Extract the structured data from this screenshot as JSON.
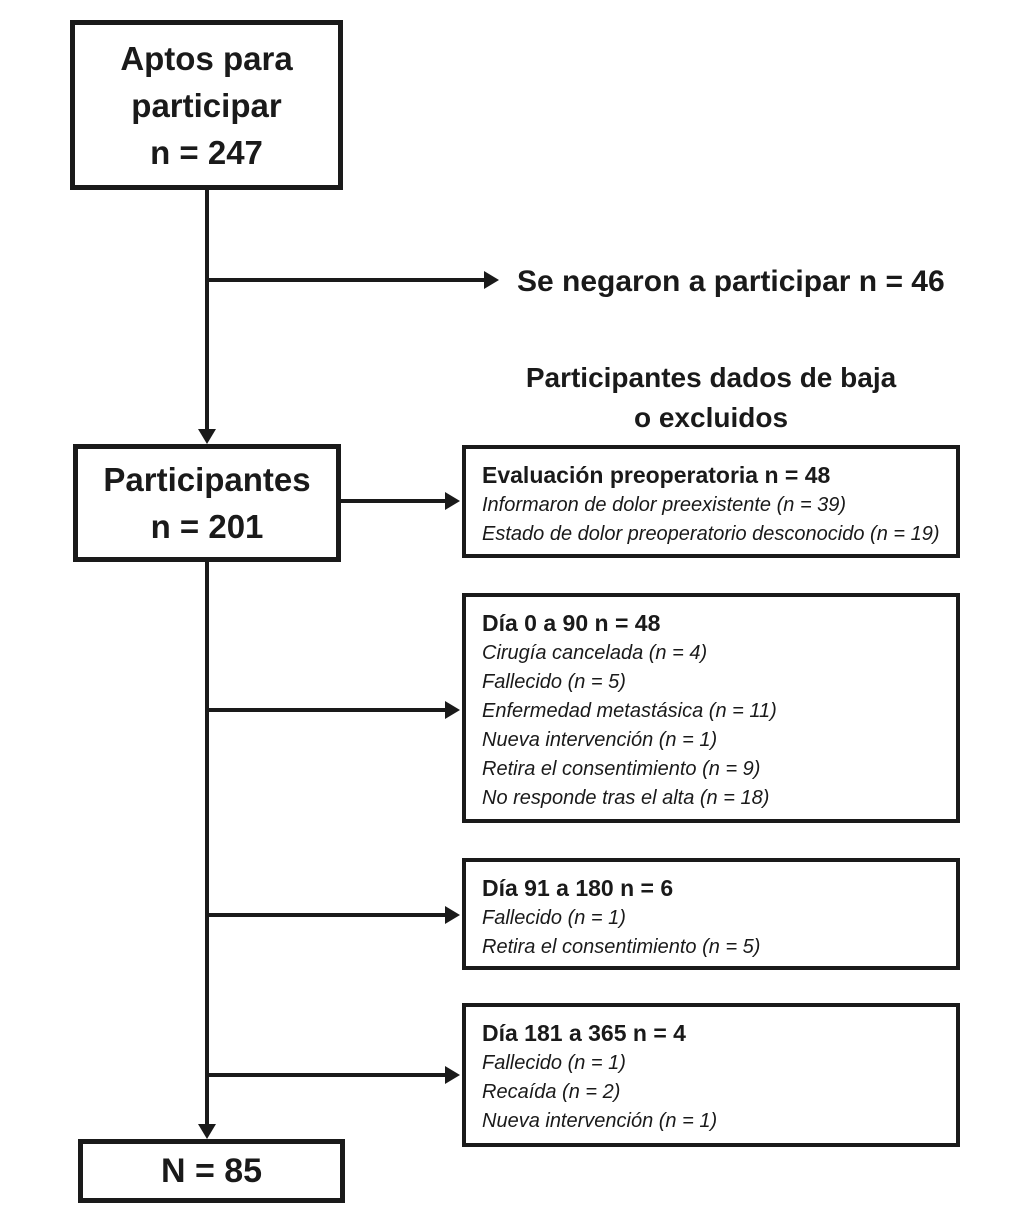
{
  "diagram": {
    "colors": {
      "ink": "#1a1a1a",
      "background": "#ffffff"
    },
    "top_box": {
      "lines": [
        "Aptos para",
        "participar",
        "n = 247"
      ]
    },
    "refusal_label": "Se negaron a participar n = 46",
    "dropout_heading": {
      "lines": [
        "Participantes dados de baja",
        "o excluidos"
      ]
    },
    "participants_box": {
      "lines": [
        "Participantes",
        "n = 201"
      ]
    },
    "final_box": {
      "label": "N = 85"
    },
    "dropout_boxes": [
      {
        "title": "Evaluación preoperatoria n = 48",
        "lines": [
          "Informaron de dolor preexistente (n = 39)",
          "Estado de dolor preoperatorio desconocido (n = 19)"
        ]
      },
      {
        "title": "Día 0 a 90 n = 48",
        "lines": [
          "Cirugía cancelada (n = 4)",
          "Fallecido (n = 5)",
          "Enfermedad metastásica (n = 11)",
          "Nueva intervención (n = 1)",
          "Retira el consentimiento (n = 9)",
          "No responde tras el alta (n = 18)"
        ]
      },
      {
        "title": "Día 91 a 180 n = 6",
        "lines": [
          "Fallecido (n = 1)",
          "Retira el consentimiento (n = 5)"
        ]
      },
      {
        "title": "Día 181 a 365 n = 4",
        "lines": [
          "Fallecido (n = 1)",
          "Recaída (n = 2)",
          "Nueva intervención (n = 1)"
        ]
      }
    ]
  }
}
